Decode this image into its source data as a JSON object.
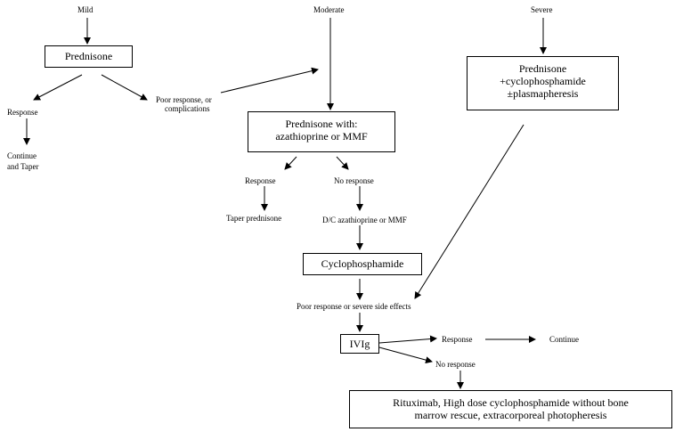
{
  "severity": {
    "mild": "Mild",
    "moderate": "Moderate",
    "severe": "Severe"
  },
  "nodes": {
    "prednisone": "Prednisone",
    "response_mild": "Response",
    "continue_taper": [
      "Continue",
      "and Taper"
    ],
    "poor_response": [
      "Poor response, or",
      "complications"
    ],
    "prednisone_with": [
      "Prednisone with:",
      "azathioprine or MMF"
    ],
    "severe_regimen": [
      "Prednisone",
      "+cyclophosphamide",
      "±plasmapheresis"
    ],
    "response_mod": "Response",
    "no_response_mod": "No response",
    "taper_prednisone": "Taper prednisone",
    "dc_aza": "D/C azathioprine or MMF",
    "cyclophosphamide": "Cyclophosphamide",
    "poor_side_effects": "Poor response or severe side effects",
    "ivig": "IVIg",
    "response_ivig": "Response",
    "continue": "Continue",
    "no_response_ivig": "No response",
    "rituximab": [
      "Rituximab, High dose cyclophosphamide without bone",
      "marrow rescue, extracorporeal photopheresis"
    ]
  }
}
